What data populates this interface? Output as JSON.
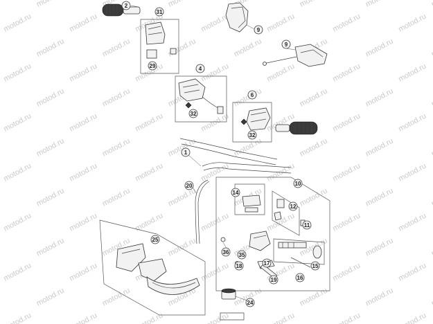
{
  "watermark": {
    "text": "motod.ru",
    "color": "#c9c9c9"
  },
  "callouts": [
    "2",
    "31",
    "29",
    "9",
    "9",
    "4",
    "32",
    "6",
    "32",
    "1",
    "20",
    "10",
    "14",
    "12",
    "11",
    "25",
    "36",
    "35",
    "18",
    "17",
    "19",
    "16",
    "15",
    "24"
  ],
  "colors": {
    "line": "#333333",
    "rubber": "#3a3a3a",
    "paper": "#ffffff"
  }
}
